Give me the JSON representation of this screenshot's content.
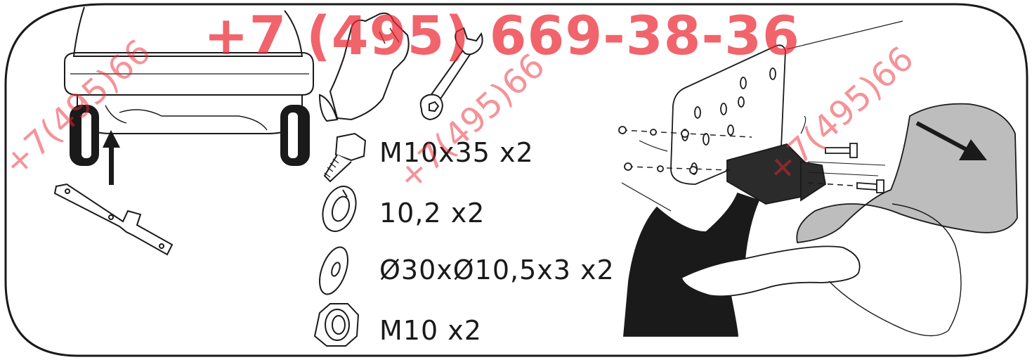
{
  "parts": {
    "bolt": {
      "label": "M10x35 x2",
      "icon": "bolt-icon"
    },
    "spring_washer": {
      "label": "10,2 x2",
      "icon": "spring-washer-icon"
    },
    "flat_washer": {
      "label": "Ø30xØ10,5x3 x2",
      "icon": "flat-washer-icon"
    },
    "nut": {
      "label": "M10 x2",
      "icon": "hex-nut-icon"
    }
  },
  "tools": {
    "gloves": "glove-icon",
    "wrench": "wrench-icon"
  },
  "watermark": {
    "main": "+7 (495) 669-38-36",
    "diag_a": "+7(495)66",
    "diag_b": "+7(495)66",
    "diag_c": "+7(495)66"
  },
  "colors": {
    "watermark": "#ec2832",
    "fill_dark": "#1a1a1a",
    "fill_grey": "#bdbdbd"
  }
}
